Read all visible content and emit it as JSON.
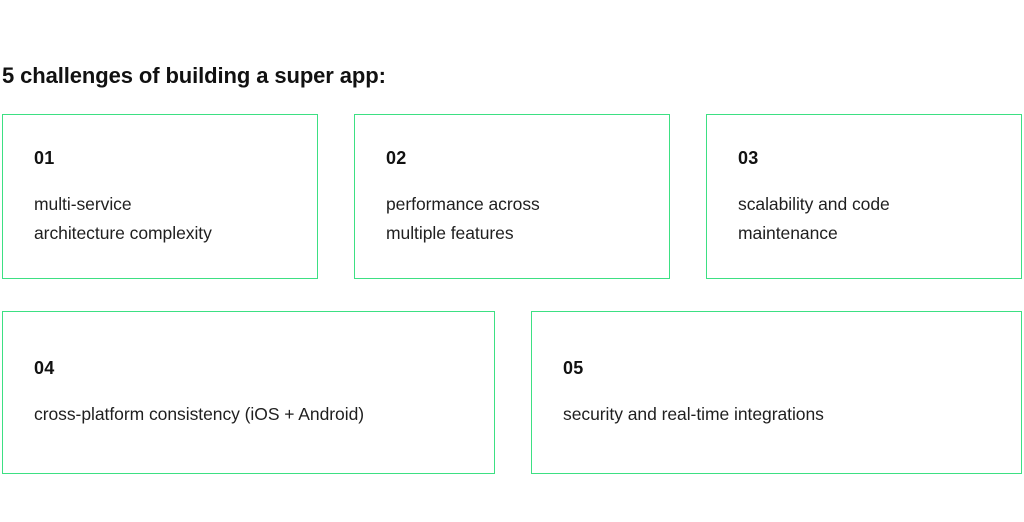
{
  "heading": {
    "text": "5 challenges of building a super app:"
  },
  "theme": {
    "accent_border": "#3de083",
    "text_color": "#1a1a1a",
    "background": "#ffffff"
  },
  "cards": [
    {
      "number": "01",
      "text": "multi-service\narchitecture complexity"
    },
    {
      "number": "02",
      "text": "performance across\nmultiple features"
    },
    {
      "number": "03",
      "text": "scalability and code\nmaintenance"
    },
    {
      "number": "04",
      "text": "cross-platform consistency (iOS + Android)"
    },
    {
      "number": "05",
      "text": "security and real-time integrations"
    }
  ]
}
